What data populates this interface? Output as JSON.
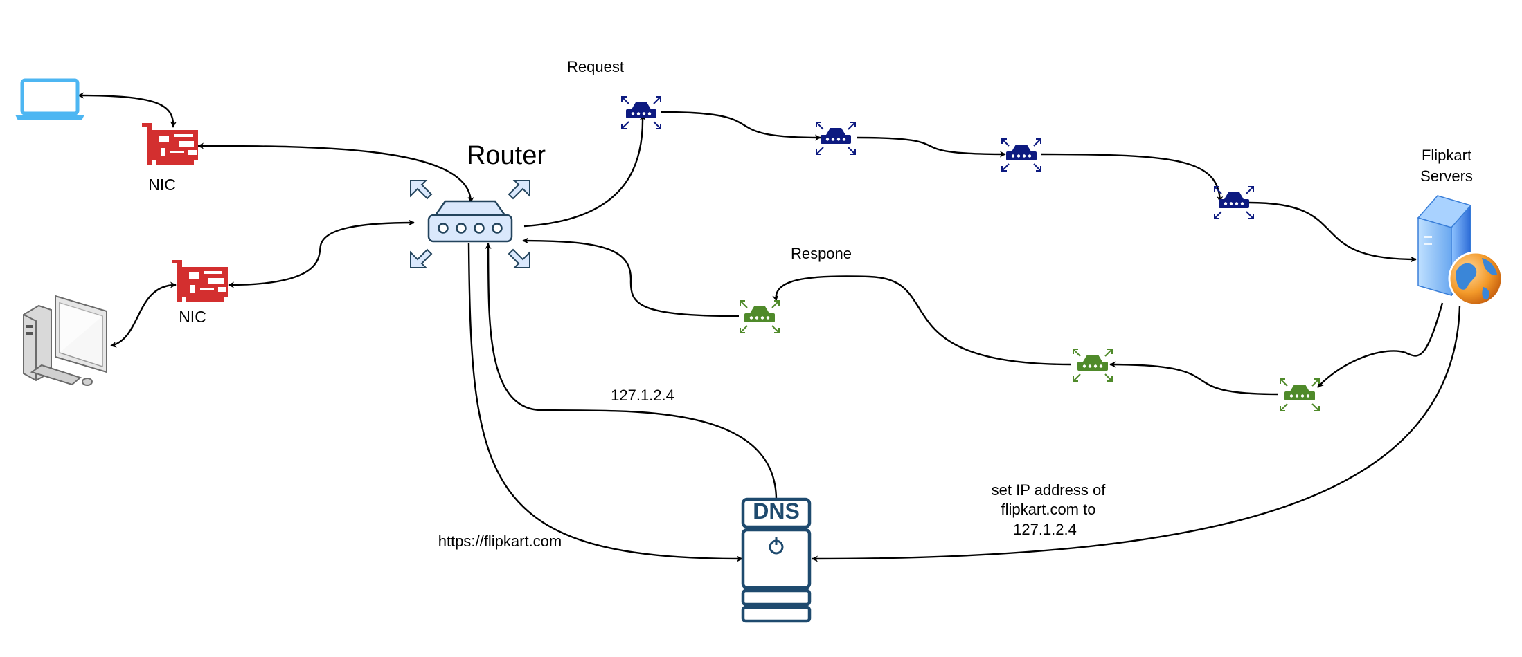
{
  "labels": {
    "router": "Router",
    "nic_top": "NIC",
    "nic_bottom": "NIC",
    "request": "Request",
    "response": "Respone",
    "flipkart_line1": "Flipkart",
    "flipkart_line2": "Servers",
    "dns_ip": "127.1.2.4",
    "url": "https://flipkart.com",
    "set_ip_line1": "set IP address of",
    "set_ip_line2": "flipkart.com to",
    "set_ip_line3": "127.1.2.4",
    "dns_badge": "DNS"
  },
  "icons": {
    "laptop": "laptop-icon",
    "desktop": "desktop-computer-icon",
    "nic": "network-card-icon",
    "router": "router-icon",
    "request_hop": "request-router-icon",
    "response_hop": "response-router-icon",
    "server": "web-server-icon",
    "dns": "dns-server-icon"
  },
  "colors": {
    "laptop": "#4db6f2",
    "nic": "#d32f2f",
    "router_fill": "#dae8fc",
    "router_stroke": "#23445d",
    "request_hop": "#0d1a80",
    "response_hop": "#4f8a2a",
    "dns": "#1e4a6e",
    "server": "#3a7fd9"
  }
}
